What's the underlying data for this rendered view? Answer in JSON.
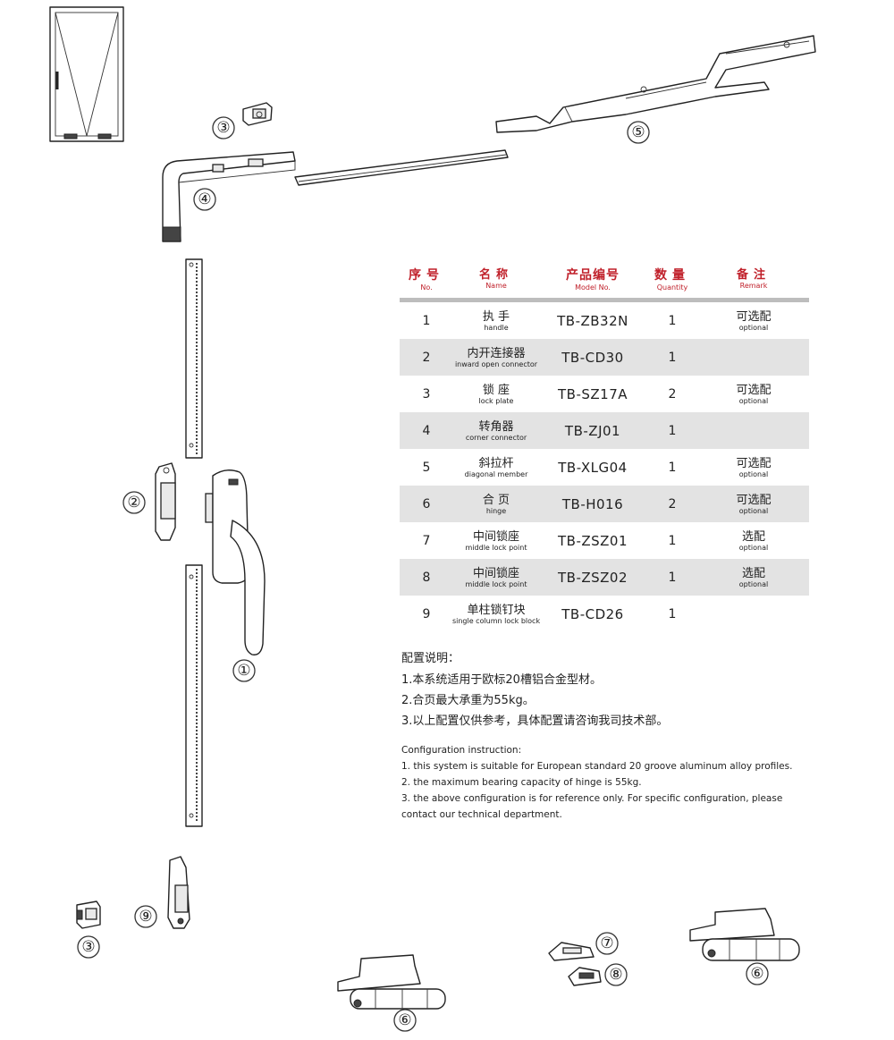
{
  "callouts": [
    "③",
    "④",
    "⑤",
    "②",
    "①",
    "③",
    "⑨",
    "⑥",
    "⑦",
    "⑧",
    "⑥"
  ],
  "table": {
    "headers": [
      {
        "zh": "序号",
        "en": "No."
      },
      {
        "zh": "名称",
        "en": "Name"
      },
      {
        "zh": "产品编号",
        "en": "Model No."
      },
      {
        "zh": "数量",
        "en": "Quantity"
      },
      {
        "zh": "备注",
        "en": "Remark"
      }
    ],
    "rows": [
      {
        "no": "1",
        "name_zh": "执 手",
        "name_en": "handle",
        "model": "TB-ZB32N",
        "qty": "1",
        "remark_zh": "可选配",
        "remark_en": "optional"
      },
      {
        "no": "2",
        "name_zh": "内开连接器",
        "name_en": "inward open connector",
        "model": "TB-CD30",
        "qty": "1",
        "remark_zh": "",
        "remark_en": ""
      },
      {
        "no": "3",
        "name_zh": "锁 座",
        "name_en": "lock plate",
        "model": "TB-SZ17A",
        "qty": "2",
        "remark_zh": "可选配",
        "remark_en": "optional"
      },
      {
        "no": "4",
        "name_zh": "转角器",
        "name_en": "corner connector",
        "model": "TB-ZJ01",
        "qty": "1",
        "remark_zh": "",
        "remark_en": ""
      },
      {
        "no": "5",
        "name_zh": "斜拉杆",
        "name_en": "diagonal member",
        "model": "TB-XLG04",
        "qty": "1",
        "remark_zh": "可选配",
        "remark_en": "optional"
      },
      {
        "no": "6",
        "name_zh": "合 页",
        "name_en": "hinge",
        "model": "TB-H016",
        "qty": "2",
        "remark_zh": "可选配",
        "remark_en": "optional"
      },
      {
        "no": "7",
        "name_zh": "中间锁座",
        "name_en": "middle lock point",
        "model": "TB-ZSZ01",
        "qty": "1",
        "remark_zh": "选配",
        "remark_en": "optional"
      },
      {
        "no": "8",
        "name_zh": "中间锁座",
        "name_en": "middle lock point",
        "model": "TB-ZSZ02",
        "qty": "1",
        "remark_zh": "选配",
        "remark_en": "optional"
      },
      {
        "no": "9",
        "name_zh": "单柱锁钉块",
        "name_en": "single column lock block",
        "model": "TB-CD26",
        "qty": "1",
        "remark_zh": "",
        "remark_en": ""
      }
    ]
  },
  "notes_cn": {
    "title": "配置说明：",
    "lines": [
      "1.本系统适用于欧标20槽铝合金型材。",
      "2.合页最大承重为55kg。",
      "3.以上配置仅供参考，具体配置请咨询我司技术部。"
    ]
  },
  "notes_en": {
    "title": "Configuration instruction:",
    "lines": [
      "1. this system is suitable for European standard 20 groove aluminum alloy profiles.",
      "2. the maximum bearing capacity of hinge is 55kg.",
      "3. the above configuration is for reference only. For specific configuration, please",
      "contact our technical department."
    ]
  },
  "colors": {
    "header_red": "#c0202a",
    "row_shade": "#e3e3e3",
    "header_rule": "#bdbdbd"
  }
}
